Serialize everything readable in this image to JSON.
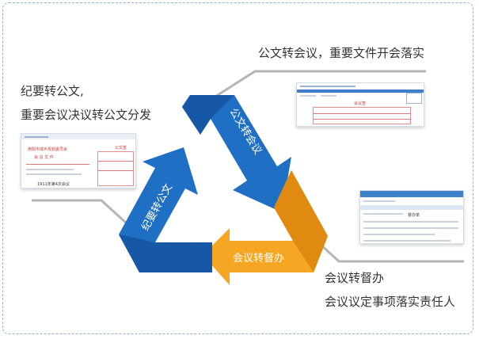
{
  "captions": {
    "top_right": "公文转会议，重要文件开会落实",
    "left_line1": "纪要转公文,",
    "left_line2": "重要会议决议转公文分发",
    "bottom_right_line1": "会议转督办",
    "bottom_right_line2": "会议议定事项落实责任人"
  },
  "arrows": {
    "top_right_label": "公文转会议",
    "left_label": "纪要转公文",
    "bottom_label": "会议转督办"
  },
  "colors": {
    "blue": "#1f6fc4",
    "blue_dark": "#1758a6",
    "orange": "#f5a623",
    "orange_dark": "#e08a12",
    "connector": "#b5b5b5",
    "frame": "#8fb4d9"
  },
  "thumbs": {
    "left_doc_title": "南阳市城乡规划委员会",
    "left_doc_sub": "会 议 文 件",
    "left_doc_footer": "1911年第4次会议",
    "left_panel_title": "公文签",
    "top_panel_title": "会议签",
    "right_panel_title": "督办单"
  }
}
